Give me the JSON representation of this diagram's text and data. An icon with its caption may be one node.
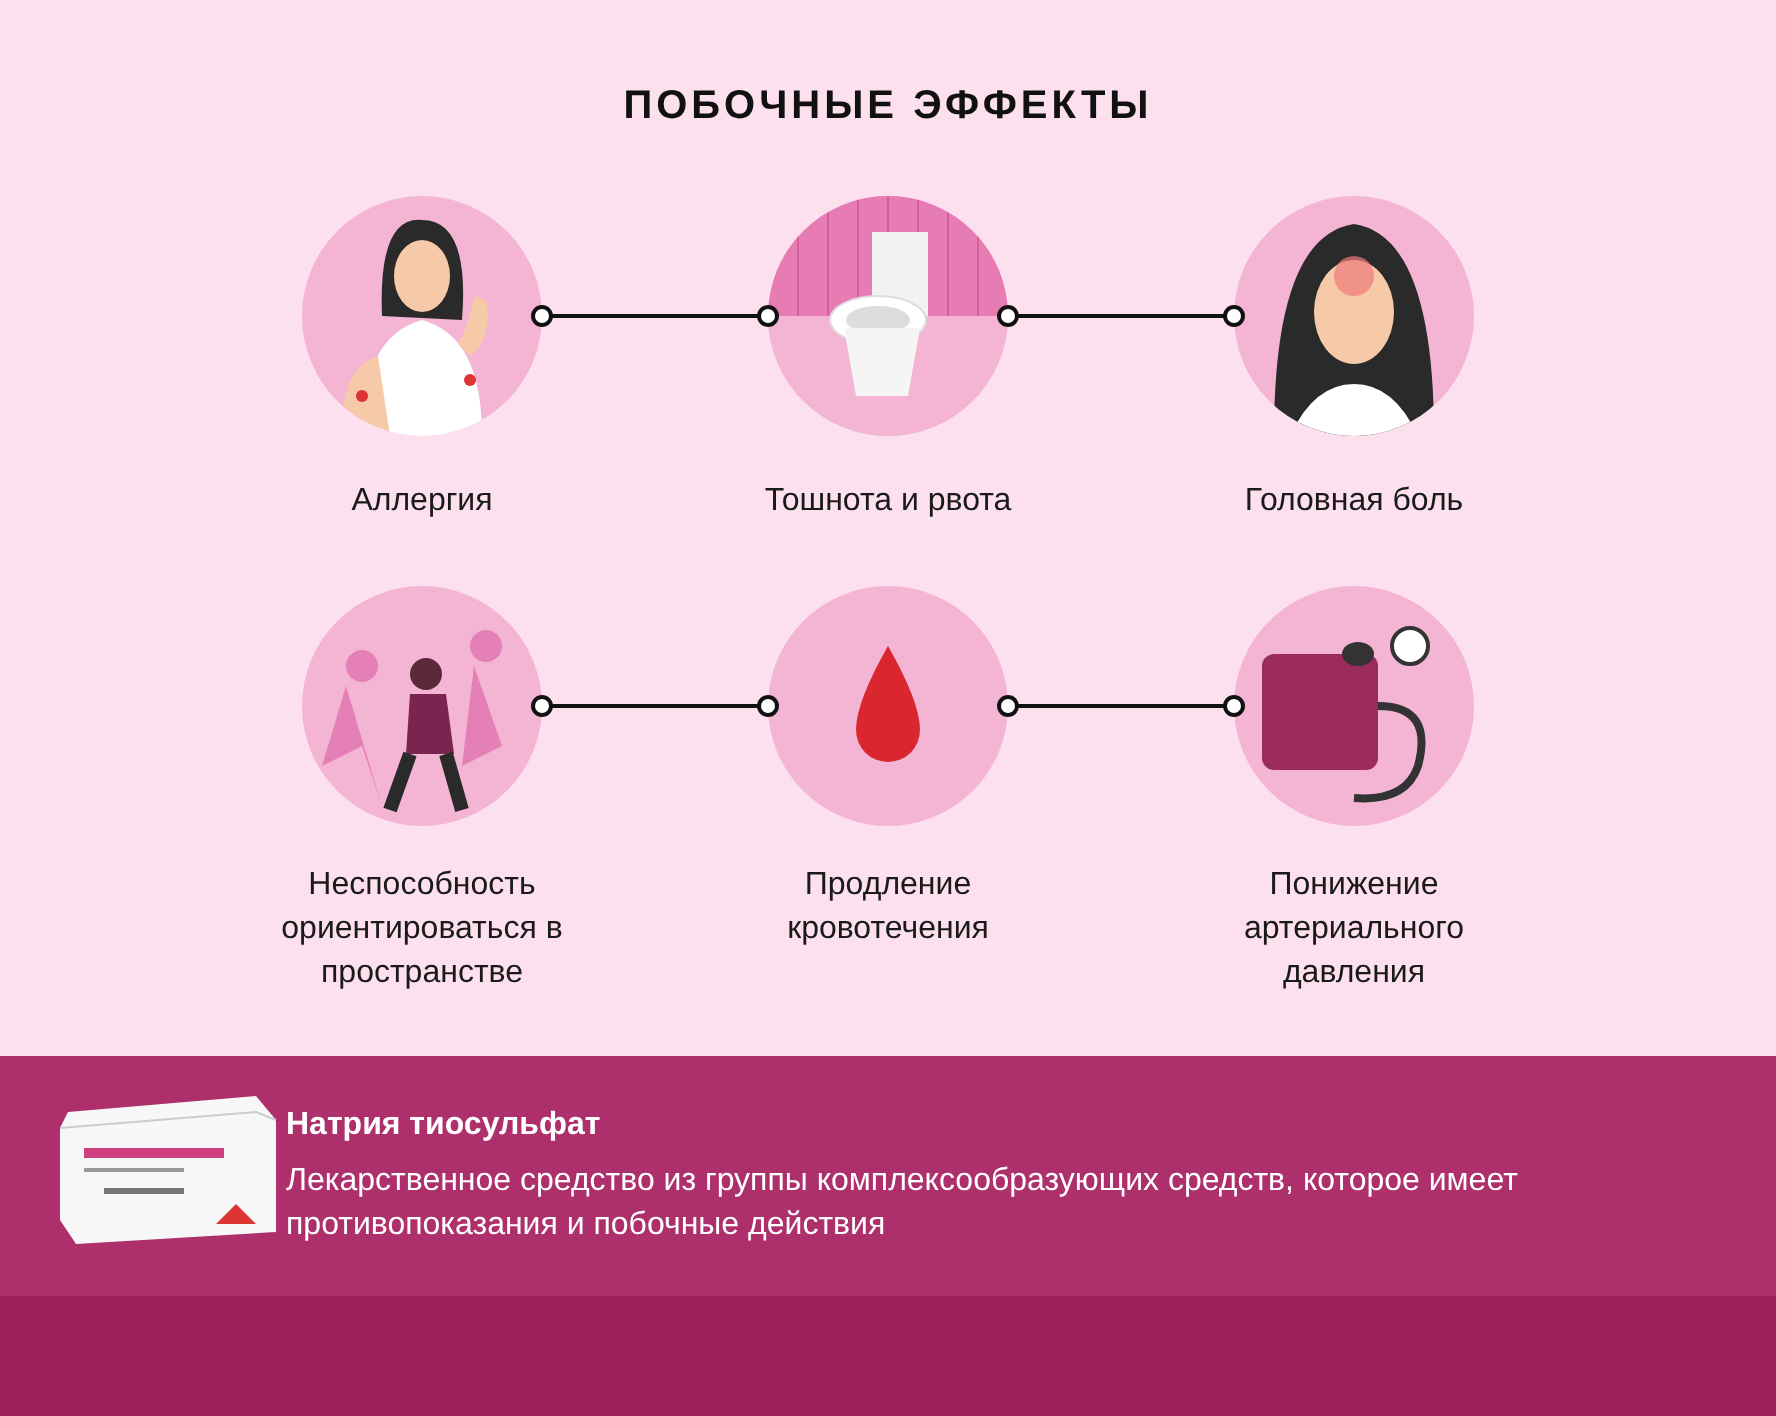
{
  "diagram": {
    "title": "ПОБОЧНЫЕ ЭФФЕКТЫ",
    "nodes": [
      {
        "text": [],
        "shape": "picture",
        "beside": [
          "Аллергия"
        ]
      },
      {
        "text": [],
        "shape": "picture",
        "beside": [
          "Тошнота и рвота"
        ]
      },
      {
        "text": [],
        "shape": "picture",
        "beside": [
          "Головная боль"
        ]
      },
      {
        "text": [],
        "shape": "picture",
        "beside": [
          "Неспособность ориентироваться в пространстве"
        ]
      },
      {
        "text": [],
        "shape": "picture",
        "beside": [
          "Продление кровотечения"
        ]
      },
      {
        "text": [],
        "shape": "picture",
        "beside": [
          "Понижение артериального давления"
        ]
      }
    ],
    "edges": [
      {
        "from": 0,
        "to": 1,
        "arrow": "other"
      },
      {
        "from": 1,
        "to": 2,
        "arrow": "other"
      },
      {
        "from": 3,
        "to": 4,
        "arrow": "other"
      },
      {
        "from": 4,
        "to": 5,
        "arrow": "other"
      }
    ],
    "labels": [
      "Натрия тиосульфат",
      "Лекарственное средство из группы комплексообразующих средств, которое имеет противопоказания и побочные действия"
    ]
  }
}
